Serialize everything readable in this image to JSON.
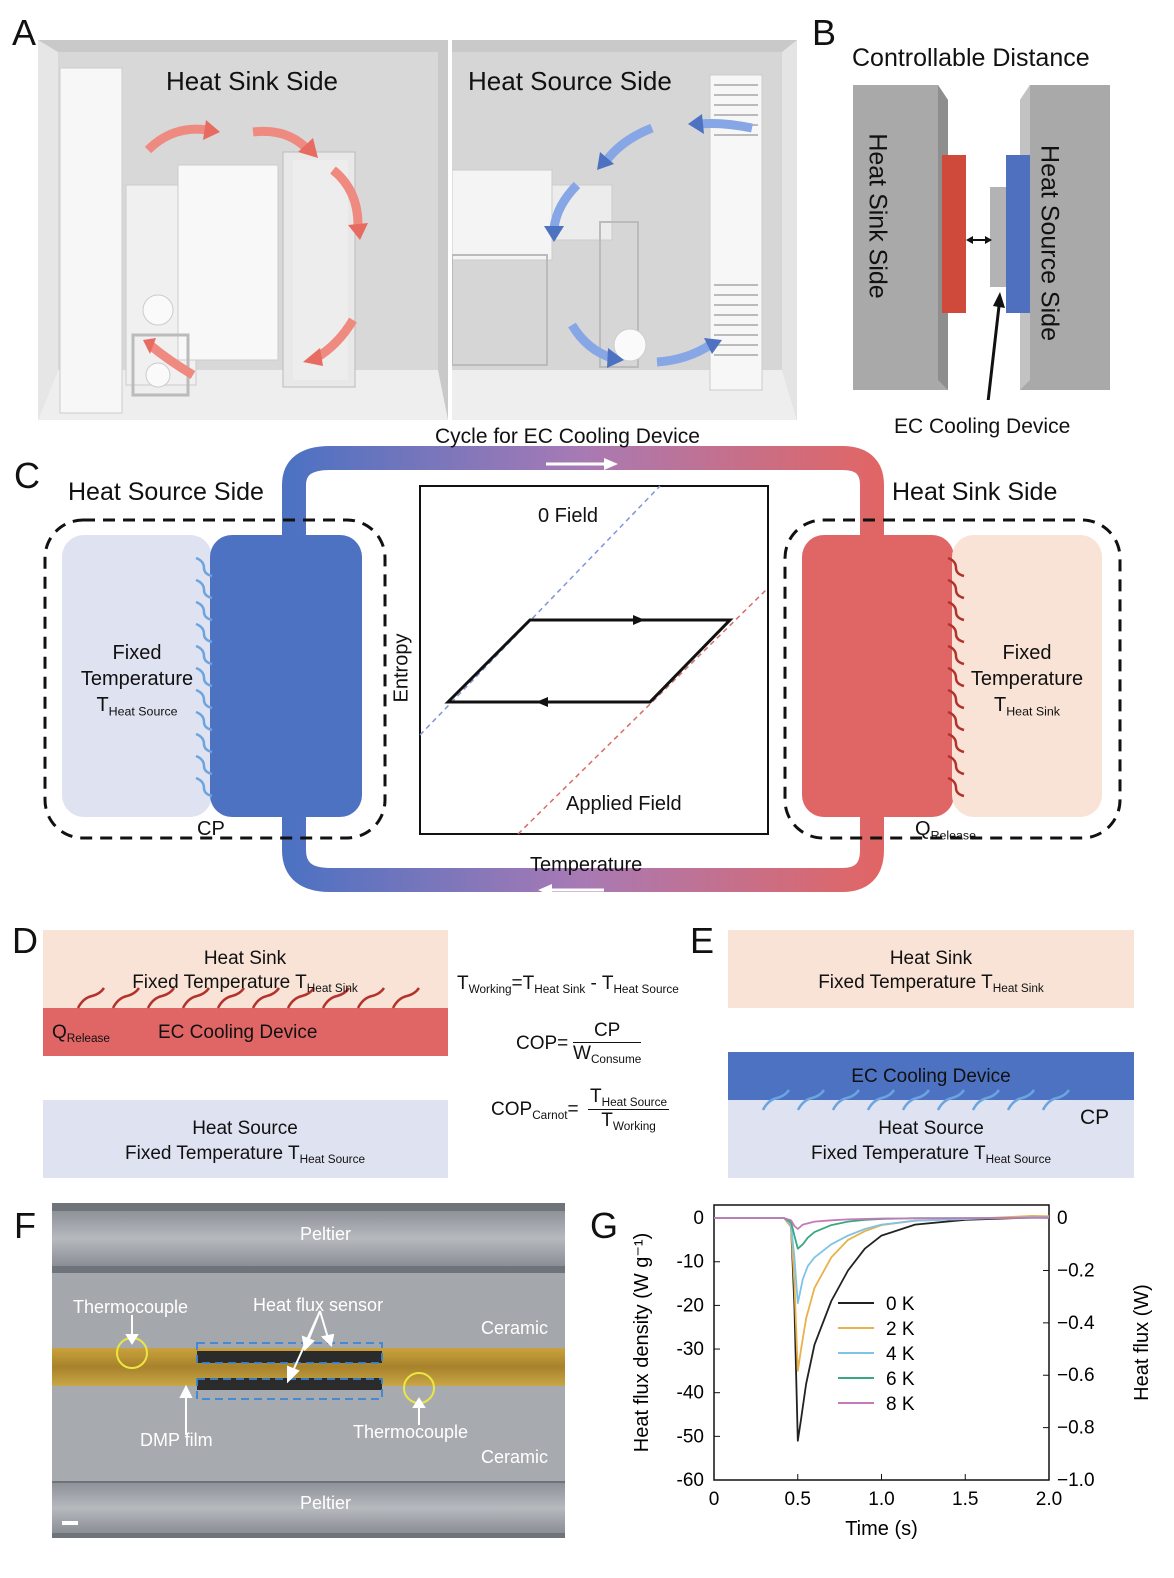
{
  "panels": {
    "A": "A",
    "B": "B",
    "C": "C",
    "D": "D",
    "E": "E",
    "F": "F",
    "G": "G"
  },
  "a": {
    "sink": "Heat Sink Side",
    "source": "Heat Source Side"
  },
  "b": {
    "title": "Controllable Distance",
    "sink": "Heat Sink Side",
    "source": "Heat Source Side",
    "device": "EC Cooling Device"
  },
  "c": {
    "cycle": "Cycle for EC Cooling Device",
    "source_title": "Heat Source Side",
    "sink_title": "Heat Sink Side",
    "fixed": "Fixed",
    "temperature": "Temperature",
    "t_letter": "T",
    "heat_source_sub": "Heat Source",
    "heat_sink_sub": "Heat Sink",
    "cp": "CP",
    "q": "Q",
    "release": "Release",
    "zero_field": "0 Field",
    "applied_field": "Applied Field",
    "entropy": "Entropy",
    "temperature_axis": "Temperature"
  },
  "d": {
    "heat_sink": "Heat Sink",
    "fixed_temperature": "Fixed Temperature T",
    "heat_sink_sub": "Heat Sink",
    "q": "Q",
    "release": "Release",
    "device": "EC Cooling Device",
    "heat_source": "Heat Source",
    "heat_source_sub": "Heat Source"
  },
  "eq": {
    "t": "T",
    "working": "Working",
    "eq_sign": "=",
    "minus": " - ",
    "heat_sink": "Heat Sink",
    "heat_source": "Heat Source",
    "cop": "COP=",
    "cp": "CP",
    "w": "W",
    "consume": "Consume",
    "cop_c": "COP",
    "carnot": "Carnot",
    "eq2": "="
  },
  "e": {
    "heat_sink": "Heat Sink",
    "fixed_temperature": "Fixed Temperature T",
    "heat_sink_sub": "Heat Sink",
    "device": "EC Cooling Device",
    "heat_source": "Heat Source",
    "heat_source_sub": "Heat Source",
    "cp": "CP"
  },
  "f": {
    "peltier_top": "Peltier",
    "peltier_bottom": "Peltier",
    "ceramic_top": "Ceramic",
    "ceramic_bottom": "Ceramic",
    "thermocouple_left": "Thermocouple",
    "thermocouple_right": "Thermocouple",
    "heat_flux_sensor": "Heat flux sensor",
    "dmp_film": "DMP film"
  },
  "colors": {
    "blue": "#4e72c2",
    "red": "#e06666",
    "peach": "#f8e3d6",
    "lavender": "#dfe2f0",
    "redbar": "#e06666",
    "bluebar": "#4e72c2"
  },
  "chart_data": {
    "type": "line",
    "xlabel": "Time (s)",
    "ylabel": "Heat flux density (W g⁻¹)",
    "y2label": "Heat flux  (W)",
    "xlim": [
      0,
      2.0
    ],
    "ylim": [
      -60,
      3
    ],
    "y2lim": [
      -1.0,
      0.05
    ],
    "xticks": [
      "0",
      "0.5",
      "1.0",
      "1.5",
      "2.0"
    ],
    "yticks": [
      "0",
      "-10",
      "-20",
      "-30",
      "-40",
      "-50",
      "-60"
    ],
    "y2ticks": [
      "0",
      "−0.2",
      "−0.4",
      "−0.6",
      "−0.8",
      "−1.0"
    ],
    "series": [
      {
        "name": "0 K",
        "color": "#222222",
        "x": [
          0,
          0.42,
          0.46,
          0.48,
          0.5,
          0.52,
          0.55,
          0.6,
          0.7,
          0.8,
          0.9,
          1.0,
          1.2,
          1.5,
          1.8,
          2.0
        ],
        "y": [
          0,
          0,
          -2,
          -20,
          -51,
          -46,
          -38,
          -29,
          -19,
          -12,
          -7,
          -4,
          -1.5,
          -0.4,
          0,
          0.3
        ]
      },
      {
        "name": "2 K",
        "color": "#e8b24a",
        "x": [
          0,
          0.42,
          0.46,
          0.48,
          0.5,
          0.52,
          0.55,
          0.6,
          0.7,
          0.8,
          0.9,
          1.0,
          1.2,
          1.5,
          1.9,
          2.0
        ],
        "y": [
          0,
          0,
          -2,
          -15,
          -35,
          -30,
          -23,
          -16,
          -9,
          -5,
          -3,
          -1.6,
          -0.6,
          -0.2,
          0.5,
          0.4
        ]
      },
      {
        "name": "4 K",
        "color": "#7fc3e6",
        "x": [
          0,
          0.42,
          0.46,
          0.48,
          0.5,
          0.53,
          0.56,
          0.6,
          0.7,
          0.8,
          0.9,
          1.0,
          1.2,
          1.5,
          1.9,
          2.0
        ],
        "y": [
          0,
          0,
          -1.5,
          -9,
          -19.5,
          -14,
          -11,
          -9,
          -6,
          -4,
          -2.5,
          -1.5,
          -0.6,
          -0.2,
          0.2,
          0.2
        ]
      },
      {
        "name": "6 K",
        "color": "#3aa87f",
        "x": [
          0,
          0.42,
          0.46,
          0.48,
          0.5,
          0.53,
          0.56,
          0.6,
          0.7,
          0.8,
          0.9,
          1.0,
          1.2,
          1.5,
          2.0
        ],
        "y": [
          0,
          0,
          -1,
          -4,
          -7,
          -6,
          -4.5,
          -3.2,
          -1.6,
          -0.8,
          -0.4,
          -0.2,
          0,
          0,
          0.1
        ]
      },
      {
        "name": "8 K",
        "color": "#c47ab8",
        "x": [
          0,
          0.42,
          0.46,
          0.48,
          0.5,
          0.53,
          0.6,
          0.7,
          0.8,
          1.0,
          1.5,
          2.0
        ],
        "y": [
          0,
          0,
          -0.5,
          -1.8,
          -2.5,
          -1.5,
          -0.8,
          -0.5,
          -0.3,
          -0.1,
          0,
          0.1
        ]
      }
    ]
  }
}
